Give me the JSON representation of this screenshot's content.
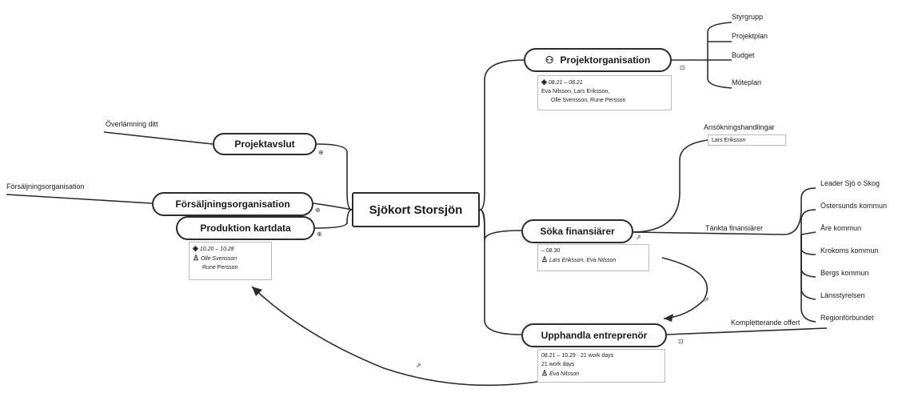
{
  "root": "Sjökort Storsjön",
  "branches": {
    "projektavslut": "Projektavslut",
    "forsaljning": "Försäljningsorganisation",
    "produktion": "Produktion kartdata",
    "projektorg": "Projektorganisation",
    "soka": "Söka finansiärer",
    "upphandla": "Upphandla entreprenör"
  },
  "leaves": {
    "overlamning": "Överlämning ditt",
    "forsaljningsorg": "Försäljningsorganisation",
    "styrgrupp": "Styrgrupp",
    "projektplan": "Projektplan",
    "budget": "Budget",
    "moteplan": "Möteplan",
    "ansokning": "Ansökningshandlingar",
    "tankta": "Tänkta finansiärer",
    "komplett": "Kompletterande offert",
    "finansiarer": [
      "Leader Sjö o Skog",
      "Östersunds kommun",
      "Åre kommun",
      "Krokoms kommun",
      "Bergs kommun",
      "Länsstyrelsen",
      "Regionförbundet"
    ]
  },
  "info": {
    "projektorg": [
      "08.21 – 08.21",
      "Eva Nilsson, Lars Eriksson,",
      "Olle Svensson, Rune Persson"
    ],
    "ansokning": [
      "Lars Eriksson"
    ],
    "soka": [
      "– 08.30",
      "Lars Eriksson, Eva Nilsson"
    ],
    "produktion": [
      "10.20 – 10.28",
      "Olle Svensson",
      "Rune Persson"
    ],
    "upphandla": [
      "08.21 – 10.29 · 21 work days",
      "21 work days",
      "Eva Nilsson"
    ]
  }
}
